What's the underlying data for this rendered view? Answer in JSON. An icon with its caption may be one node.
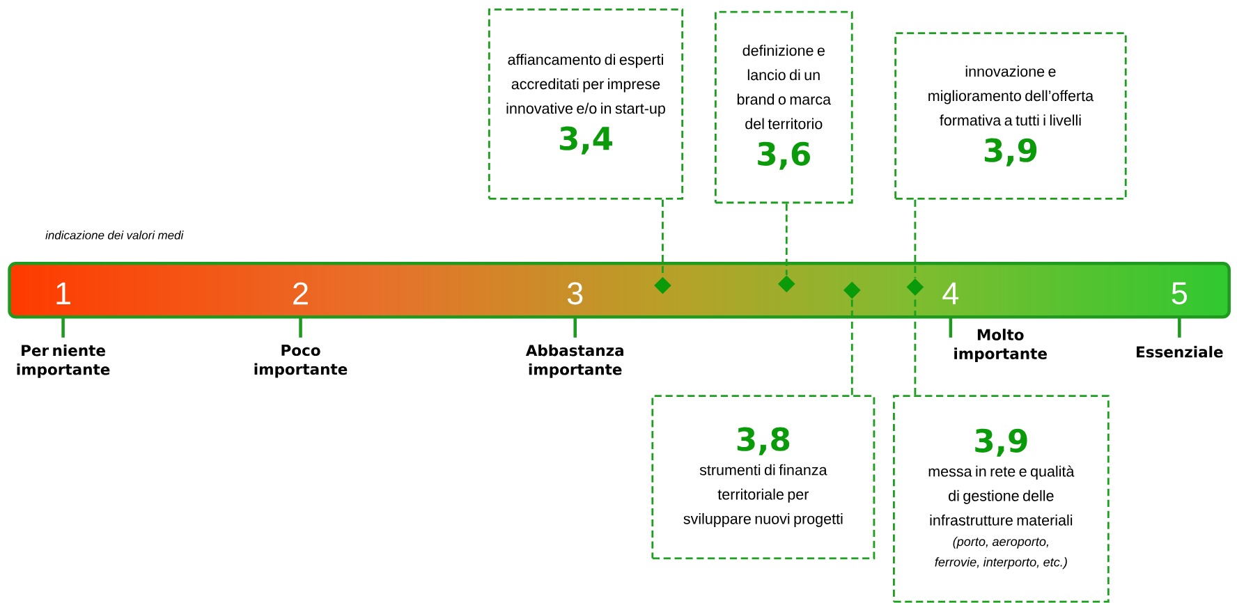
{
  "diagram": {
    "nodes": [
      {
        "text": [
          "affiancamento di esperti accreditati per imprese innovative e/o in start-up",
          "3,4"
        ]
      },
      {
        "text": [
          "definizione e lancio di un brand o marca del territorio",
          "3,6"
        ]
      },
      {
        "text": [
          "innovazione e miglioramento dell’offerta formativa a tutti i livelli",
          "3,9"
        ]
      },
      {
        "text": [],
        "shape": "diamond"
      },
      {
        "text": [],
        "shape": "diamond"
      },
      {
        "text": [],
        "shape": "diamond"
      },
      {
        "text": [],
        "shape": "diamond"
      },
      {
        "text": [
          "3,8",
          "strumenti di finanza territoriale per sviluppare nuovi progetti"
        ]
      },
      {
        "text": [
          "3,9",
          "messa in rete e qualità di gestione delle infrastrutture materiali",
          "(porto, aeroporto, ferrovie, interporto, etc.)"
        ]
      }
    ],
    "edges": [
      {
        "from": 0,
        "to": 3,
        "arrow": "none",
        "style": "dashed"
      },
      {
        "from": 1,
        "to": 4,
        "arrow": "none",
        "style": "dashed"
      },
      {
        "from": 2,
        "to": 6,
        "arrow": "none",
        "style": "dashed"
      },
      {
        "from": 7,
        "to": 5,
        "arrow": "none",
        "style": "dashed"
      },
      {
        "from": 8,
        "to": 6,
        "arrow": "none",
        "style": "dashed"
      }
    ],
    "labels": [
      "indicazione dei valori medi",
      "1",
      "2",
      "3",
      "4",
      "5",
      "Per niente importante",
      "Poco importante",
      "Abbastanza importante",
      "Molto importante",
      "Essenziale"
    ]
  }
}
